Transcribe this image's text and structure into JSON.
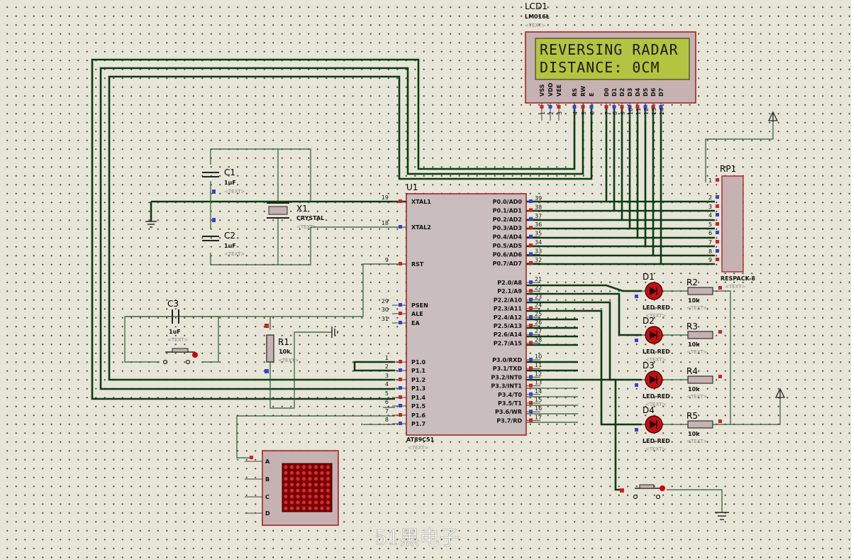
{
  "lcd": {
    "ref": "LCD1",
    "part": "LM016L",
    "text_tag": "<TEXT>",
    "line1": "REVERSING RADAR",
    "line2": "DISTANCE:    0CM",
    "pins": [
      "VSS",
      "VDD",
      "VEE",
      "RS",
      "RW",
      "E",
      "D0",
      "D1",
      "D2",
      "D3",
      "D4",
      "D5",
      "D6",
      "D7"
    ],
    "pin_numbers": [
      "1",
      "2",
      "3",
      "4",
      "5",
      "6",
      "7",
      "8",
      "9",
      "10",
      "11",
      "12",
      "13",
      "14"
    ]
  },
  "mcu": {
    "ref": "U1",
    "part": "AT89C51",
    "text_tag": "<TEXT>",
    "left_pins": [
      {
        "num": "19",
        "name": "XTAL1"
      },
      {
        "num": "18",
        "name": "XTAL2"
      },
      {
        "num": "9",
        "name": "RST"
      },
      {
        "num": "29",
        "name": "PSEN"
      },
      {
        "num": "30",
        "name": "ALE"
      },
      {
        "num": "31",
        "name": "EA"
      },
      {
        "num": "1",
        "name": "P1.0"
      },
      {
        "num": "2",
        "name": "P1.1"
      },
      {
        "num": "3",
        "name": "P1.2"
      },
      {
        "num": "4",
        "name": "P1.3"
      },
      {
        "num": "5",
        "name": "P1.4"
      },
      {
        "num": "6",
        "name": "P1.5"
      },
      {
        "num": "7",
        "name": "P1.6"
      },
      {
        "num": "8",
        "name": "P1.7"
      }
    ],
    "right_pins": [
      {
        "num": "39",
        "name": "P0.0/AD0"
      },
      {
        "num": "38",
        "name": "P0.1/AD1"
      },
      {
        "num": "37",
        "name": "P0.2/AD2"
      },
      {
        "num": "36",
        "name": "P0.3/AD3"
      },
      {
        "num": "35",
        "name": "P0.4/AD4"
      },
      {
        "num": "34",
        "name": "P0.5/AD5"
      },
      {
        "num": "33",
        "name": "P0.6/AD6"
      },
      {
        "num": "32",
        "name": "P0.7/AD7"
      },
      {
        "num": "21",
        "name": "P2.0/A8"
      },
      {
        "num": "22",
        "name": "P2.1/A9"
      },
      {
        "num": "23",
        "name": "P2.2/A10"
      },
      {
        "num": "24",
        "name": "P2.3/A11"
      },
      {
        "num": "25",
        "name": "P2.4/A12"
      },
      {
        "num": "26",
        "name": "P2.5/A13"
      },
      {
        "num": "27",
        "name": "P2.6/A14"
      },
      {
        "num": "28",
        "name": "P2.7/A15"
      },
      {
        "num": "10",
        "name": "P3.0/RXD"
      },
      {
        "num": "11",
        "name": "P3.1/TXD"
      },
      {
        "num": "12",
        "name": "P3.2/INT0"
      },
      {
        "num": "13",
        "name": "P3.3/INT1"
      },
      {
        "num": "14",
        "name": "P3.4/T0"
      },
      {
        "num": "15",
        "name": "P3.5/T1"
      },
      {
        "num": "16",
        "name": "P3.6/WR"
      },
      {
        "num": "17",
        "name": "P3.7/RD"
      }
    ]
  },
  "c1": {
    "ref": "C1",
    "value": "1uF",
    "text_tag": "<TEXT>"
  },
  "c2": {
    "ref": "C2",
    "value": "1uF",
    "text_tag": "<TEXT>"
  },
  "c3": {
    "ref": "C3",
    "value": "1uF",
    "text_tag": "<TEXT>"
  },
  "x1": {
    "ref": "X1",
    "value": "CRYSTAL",
    "text_tag": "<TEXT>"
  },
  "r1": {
    "ref": "R1",
    "value": "10k",
    "text_tag": "<TEXT>"
  },
  "rp1": {
    "ref": "RP1",
    "part": "RESPACK-8",
    "text_tag": "<TEXT>",
    "pin_numbers": [
      "1",
      "2",
      "3",
      "4",
      "5",
      "6",
      "7",
      "8",
      "9"
    ]
  },
  "leds": [
    {
      "ref": "D1",
      "part": "LED-RED",
      "text_tag": "<TEXT>"
    },
    {
      "ref": "D2",
      "part": "LED-RED",
      "text_tag": "<TEXT>"
    },
    {
      "ref": "D3",
      "part": "LED-RED",
      "text_tag": "<TEXT>"
    },
    {
      "ref": "D4",
      "part": "LED-RED",
      "text_tag": "<TEXT>"
    }
  ],
  "resistors": [
    {
      "ref": "R2",
      "value": "10k",
      "text_tag": "<TEXT>"
    },
    {
      "ref": "R3",
      "value": "10k",
      "text_tag": "<TEXT>"
    },
    {
      "ref": "R4",
      "value": "10k",
      "text_tag": "<TEXT>"
    },
    {
      "ref": "R5",
      "value": "10k",
      "text_tag": "<TEXT>"
    }
  ],
  "sensor": {
    "pins": [
      "A",
      "B",
      "C",
      "D"
    ]
  },
  "watermark": "51黑电子",
  "colors": {
    "wire": "#0b3b12",
    "wire_thin": "#2a5a30",
    "component": "#9e1a1a",
    "chip_fill": "#c9bdbd",
    "lcd_screen": "#b3c441",
    "led": "#c41010"
  }
}
